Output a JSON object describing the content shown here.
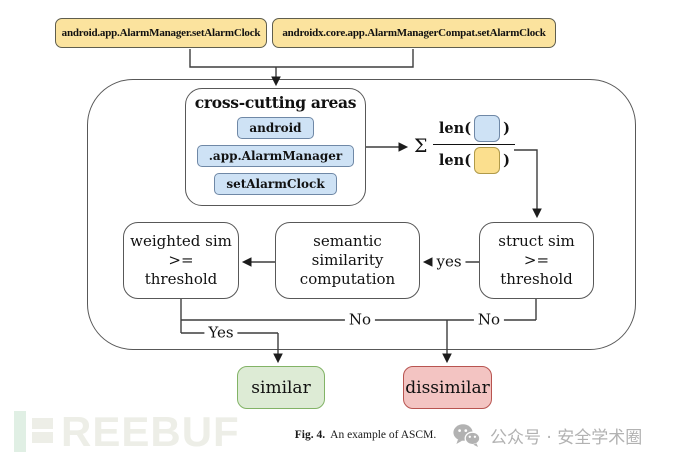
{
  "header_boxes": {
    "left": "android.app.AlarmManager.setAlarmClock",
    "right": "androidx.core.app.AlarmManagerCompat.setAlarmClock"
  },
  "cross_cutting": {
    "title": "cross-cutting areas",
    "areas": [
      "android",
      ".app.AlarmManager",
      "setAlarmClock"
    ]
  },
  "formula": {
    "sigma": "Σ",
    "len_open": "len(",
    "len_close": ")"
  },
  "decision_flow": {
    "weighted_sim": {
      "lines": [
        "weighted sim",
        ">=",
        "threshold"
      ]
    },
    "semantic": {
      "lines": [
        "semantic",
        "similarity",
        "computation"
      ]
    },
    "struct_sim": {
      "lines": [
        "struct sim",
        ">=",
        "threshold"
      ]
    },
    "edge_labels": {
      "yes_lower": "yes",
      "yes": "Yes",
      "no_mid": "No",
      "no_right": "No"
    }
  },
  "outcomes": {
    "similar": "similar",
    "dissimilar": "dissimilar"
  },
  "caption": {
    "fig_label": "Fig. 4.",
    "text": "An example of ASCM."
  },
  "watermarks": {
    "freebuf_letters": "REEBUF",
    "wechat": "公众号 · 安全学术圈"
  },
  "colors": {
    "api_fill": "#FBE39E",
    "token_blue_fill": "#CEE2F5",
    "token_yellow_fill": "#FBDF8E",
    "similar_fill": "#DDEBD5",
    "similar_border": "#82B366",
    "dissimilar_fill": "#F3C4C2",
    "dissimilar_border": "#B85450",
    "line": "#3d3d3d"
  }
}
